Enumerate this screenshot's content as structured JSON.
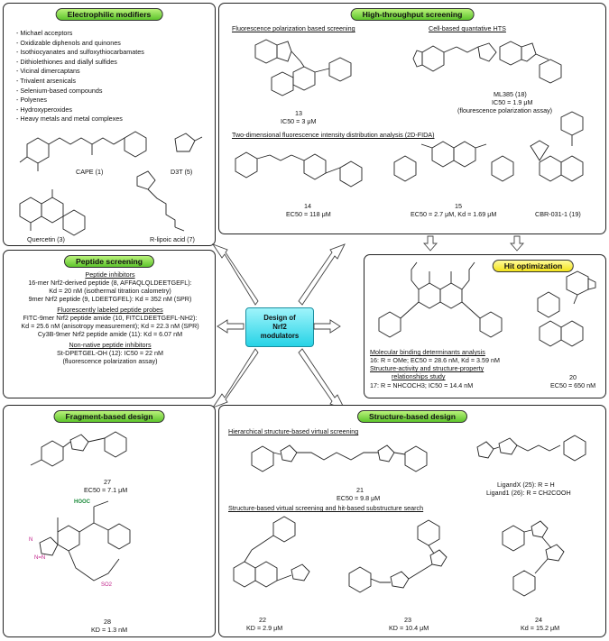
{
  "electrophilic": {
    "title": "Electrophilic modifiers",
    "items": [
      "Michael acceptors",
      "Oxidizable diphenols and quinones",
      "Isothiocyanates and sulfoxythiocarbamates",
      "Dithiolethiones and diallyl sulfides",
      "Vicinal dimercaptans",
      "Trivalent arsenicals",
      "Selenium-based compounds",
      "Polyenes",
      "Hydroxyperoxides",
      "Heavy metals and metal complexes"
    ],
    "cape": "CAPE (1)",
    "d3t": "D3T (5)",
    "quercetin": "Quercetin (3)",
    "lipoic": "R-lipoic acid (7)"
  },
  "hts": {
    "title": "High-throughput screening",
    "fp_title": "Fluorescence polarization based screening",
    "cell_title": "Cell-based quantative HTS",
    "c13": "13",
    "c13_ic": "IC50 = 3 μM",
    "ml385": "ML385 (18)",
    "ml385_ic": "IC50 = 1.9 μM",
    "ml385_assay": "(flourescence polarization assay)",
    "fida_title": "Two-dimensional fluorescence intensity distribution analysis (2D-FIDA)",
    "c14": "14",
    "c14_ec": "EC50 = 118 μM",
    "c15": "15",
    "c15_ec": "EC50 = 2.7 μM, Kd = 1.69 μM",
    "cbr": "CBR-031-1 (19)"
  },
  "peptide": {
    "title": "Peptide screening",
    "inhib_title": "Peptide inhibitors",
    "l1": "16-mer Nrf2-derived peptide (8, AFFAQLQLDEETGEFL):",
    "l2": "Kd = 20 nM (isothermal titration calometry)",
    "l3": "9mer Nrf2 peptide (9, LDEETGFEL): Kd = 352 nM (SPR)",
    "probe_title": "Fluorescently labeled peptide probes",
    "l4": "FITC-9mer Nrf2 peptide amide (10, FITCLDEETGEFL-NH2):",
    "l5": "Kd = 25.6 nM (anisotropy measurement); Kd = 22.3 nM (SPR)",
    "l6": "Cy3B-9mer Nrf2 peptide amide (11): Kd = 6.07 nM",
    "nonnative_title": "Non-native peptide inhibitors",
    "l7": "St-DPETGEL-OH (12): IC50 = 22 nM",
    "l8": "(fluorescence polarization assay)"
  },
  "center": {
    "label": "Design of\nNrf2\nmodulators"
  },
  "hit": {
    "title": "Hit optimization",
    "mbd_title": "Molecular binding determinants analysis",
    "c16": "16: R = OMe; EC50 = 28.6 nM, Kd = 3.59 nM",
    "sar_title1": "Structure-activity and structure-property",
    "sar_title2": "relationships study",
    "c17": "17: R = NHCOCH3; IC50 = 14.4 nM",
    "c20": "20",
    "c20_ec": "EC50 = 650 nM"
  },
  "fragment": {
    "title": "Fragment-based design",
    "c27": "27",
    "c27_ec": "EC50 = 7.1 μM",
    "c28": "28",
    "c28_kd": "KD = 1.3 nM"
  },
  "structure": {
    "title": "Structure-based design",
    "hier_title": "Hierarchical structure-based virtual screening",
    "c21": "21",
    "c21_ec": "EC50 = 9.8 μM",
    "ligx": "LigandX (25): R = H",
    "lig1": "Ligand1 (26): R = CH2COOH",
    "sbvs_title": "Structure-based virtual screening and hit-based substructure search",
    "c22": "22",
    "c22_kd": "KD = 2.9 μM",
    "c23": "23",
    "c23_kd": "KD = 10.4 μM",
    "c24": "24",
    "c24_kd": "Kd = 15.2 μM"
  }
}
